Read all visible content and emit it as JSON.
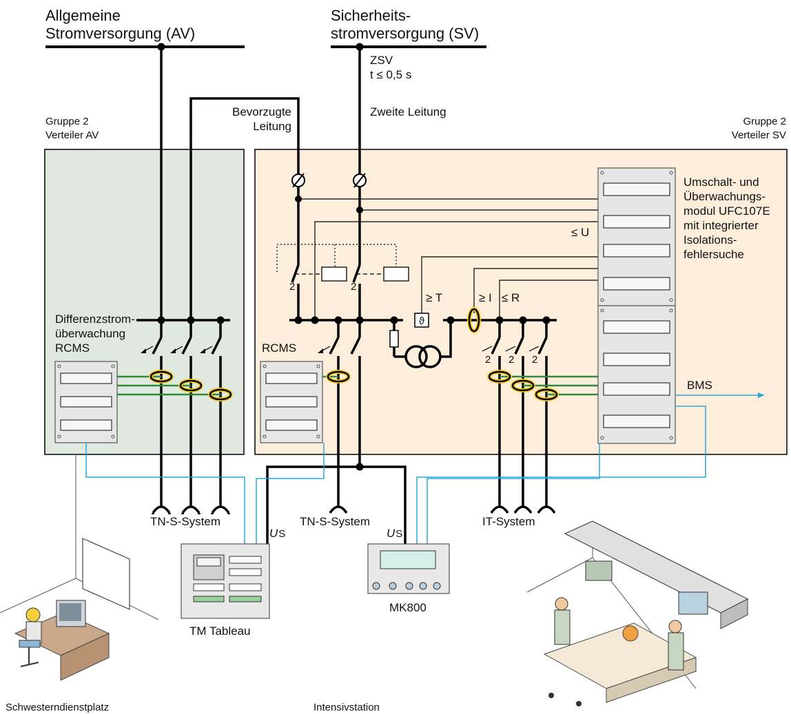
{
  "supplies": {
    "av_line1": "Allgemeine",
    "av_line2": "Stromversorgung (AV)",
    "sv_line1": "Sicherheits-",
    "sv_line2": "stromversorgung (SV)"
  },
  "zsv": {
    "label": "ZSV",
    "time": "t ≤ 0,5 s"
  },
  "lines": {
    "preferred_1": "Bevorzugte",
    "preferred_2": "Leitung",
    "second": "Zweite Leitung"
  },
  "groups": {
    "av_1": "Gruppe 2",
    "av_2": "Verteiler AV",
    "sv_1": "Gruppe 2",
    "sv_2": "Verteiler SV"
  },
  "rcms_av": {
    "l1": "Differenzstrom-",
    "l2": "überwachung",
    "l3": "RCMS"
  },
  "rcms_sv": "RCMS",
  "module": {
    "l1": "Umschalt- und",
    "l2": "Überwachungs-",
    "l3": "modul UFC107E",
    "l4": "mit integrierter",
    "l5": "Isolations-",
    "l6": "fehlersuche"
  },
  "symbols": {
    "u_min": "≤ U",
    "t_min": "≥ T",
    "i_min": "≥ I",
    "r_max": "≤ R",
    "theta": "ϑ",
    "two": "2"
  },
  "bms": "BMS",
  "systems": {
    "tn_av": "TN-S-System",
    "tn_sv": "TN-S-System",
    "it": "IT-System"
  },
  "us": {
    "u": "U",
    "sub": "S"
  },
  "devices": {
    "tm": "TM Tableau",
    "mk": "MK800"
  },
  "places": {
    "nurse": "Schwesterndienstplatz",
    "icu": "Intensivstation"
  },
  "colors": {
    "av_panel": "#dfe9e0",
    "sv_panel": "#fdeedc",
    "wire_blue": "#2aa6d8",
    "wire_green": "#2e8b3a",
    "ct_highlight": "#f0c419"
  }
}
